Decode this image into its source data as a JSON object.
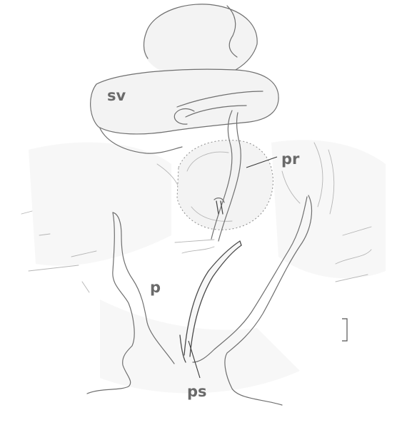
{
  "labels": {
    "seminal_vesicle": "sv",
    "prostate": "pr",
    "penis": "p",
    "penial_stylet": "ps"
  },
  "colors": {
    "background": "#ffffff",
    "line": "#6f6f6f",
    "label": "#6a6a6a"
  }
}
